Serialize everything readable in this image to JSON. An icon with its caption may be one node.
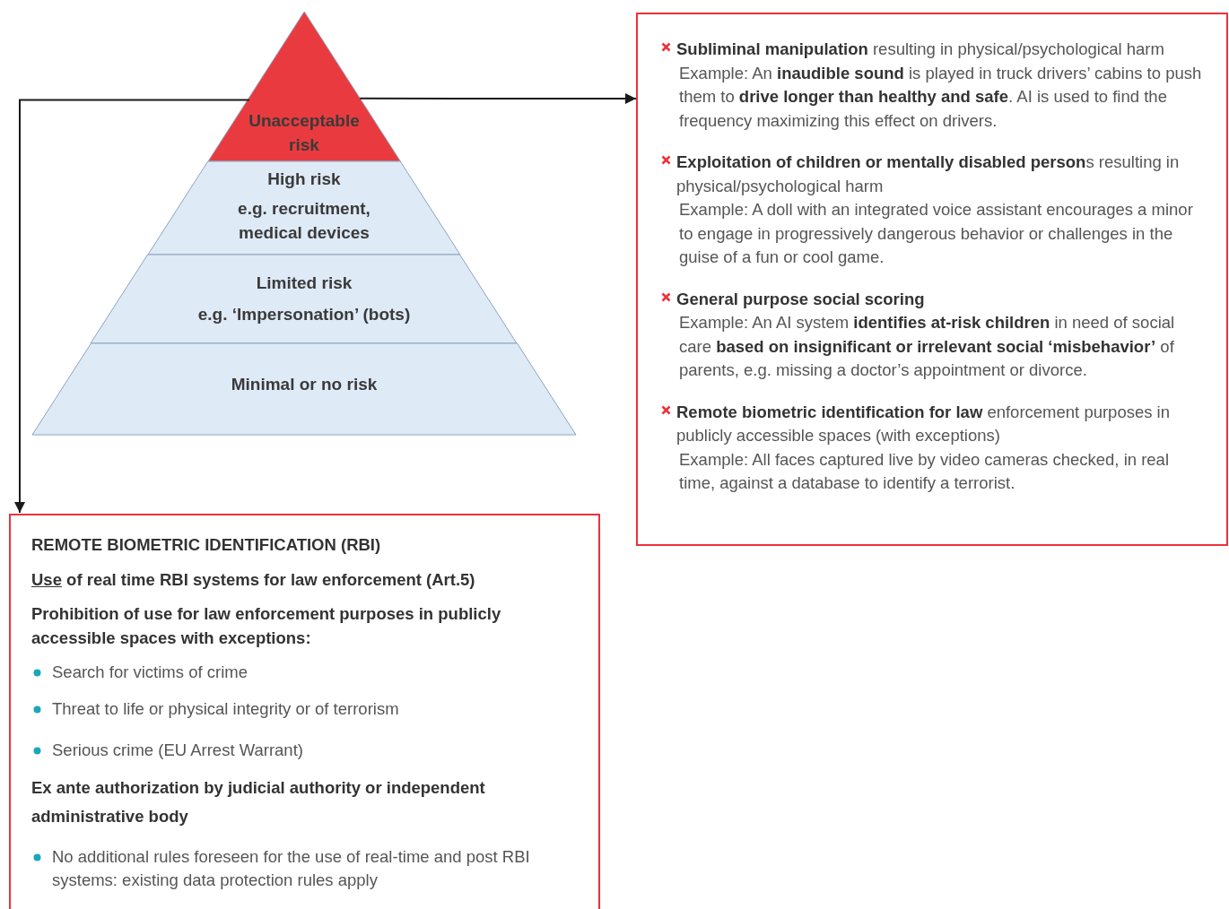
{
  "diagram": {
    "nodes": [
      {
        "text": [
          "Unacceptable risk"
        ]
      },
      {
        "text": [
          "High risk",
          "e.g. recruitment, medical devices"
        ]
      },
      {
        "text": [
          "Limited risk",
          "e.g. ‘Impersonation’ (bots)"
        ]
      },
      {
        "text": [
          "Minimal or no risk"
        ]
      },
      {
        "text": [
          "**Subliminal manipulation** resulting in physical/psychological harm",
          "Example: An **inaudible sound** is played in truck drivers’ cabins to push them to **drive longer than healthy and safe**. AI is used to find the frequency maximizing this effect on drivers.",
          "**Exploitation of children or mentally disabled person**s resulting in physical/psychological harm",
          "Example: A doll with an integrated voice assistant encourages a minor to engage in progressively dangerous behavior or challenges in the guise of a fun or cool game.",
          "**General purpose social scoring**",
          "Example: An AI system **identifies at-risk children** in need of social care **based on insignificant or irrelevant social ‘misbehavior’** of parents, e.g. missing a doctor’s appointment or divorce.",
          "**Remote biometric identification for law** enforcement purposes in publicly accessible spaces (with exceptions)",
          "Example: All faces captured live by video cameras checked, in real time, against a database to identify a terrorist."
        ]
      },
      {
        "text": [
          "REMOTE BIOMETRIC IDENTIFICATION (RBI)",
          "Use of real time RBI systems for law enforcement (Art.5)",
          "Prohibition of use for law enforcement purposes in publicly accessible spaces with exceptions:",
          "Search for victims of crime",
          "Threat to life or physical integrity or of terrorism",
          "Serious crime (EU Arrest Warrant)",
          "Ex ante authorization by judicial authority or independent administrative body",
          "No additional rules foreseen for the use of real-time and post RBI systems: existing data protection rules apply"
        ]
      }
    ],
    "edges": [
      {
        "from": 0,
        "to": 4,
        "arrow": "to"
      },
      {
        "from": 0,
        "to": 5,
        "arrow": "to"
      }
    ]
  }
}
